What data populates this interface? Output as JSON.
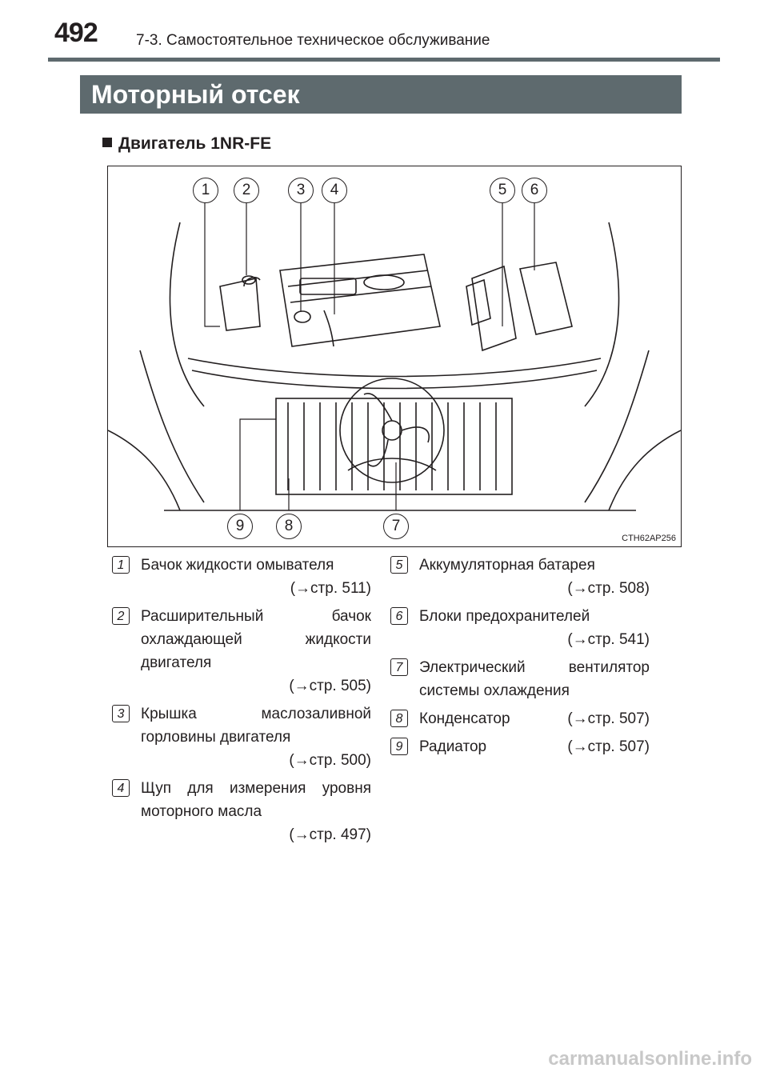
{
  "page": {
    "number": "492",
    "section": "7-3. Самостоятельное техническое обслуживание"
  },
  "title": "Моторный отсек",
  "subheading": "Двигатель 1NR-FE",
  "figure": {
    "code": "CTH62AP256",
    "callouts": [
      "1",
      "2",
      "3",
      "4",
      "5",
      "6",
      "7",
      "8",
      "9"
    ]
  },
  "legend": [
    {
      "num": "1",
      "text": "Бачок жидкости омывателя",
      "ref": "(→стр. 511)"
    },
    {
      "num": "2",
      "text": "Расширительный бачок охлаждающей жидкости двигателя",
      "ref": "(→стр. 505)"
    },
    {
      "num": "3",
      "text": "Крышка маслозаливной горловины двигателя",
      "ref": "(→стр. 500)"
    },
    {
      "num": "4",
      "text": "Щуп для измерения уровня моторного масла",
      "ref": "(→стр. 497)"
    },
    {
      "num": "5",
      "text": "Аккумуляторная батарея",
      "ref": "(→стр. 508)"
    },
    {
      "num": "6",
      "text": "Блоки предохранителей",
      "ref": "(→стр. 541)"
    },
    {
      "num": "7",
      "text": "Электрический вентилятор системы охлаждения",
      "ref": ""
    },
    {
      "num": "8",
      "text": "Конденсатор",
      "ref": "(→стр. 507)"
    },
    {
      "num": "9",
      "text": "Радиатор",
      "ref": "(→стр. 507)"
    }
  ],
  "watermark": "carmanualsonline.info"
}
